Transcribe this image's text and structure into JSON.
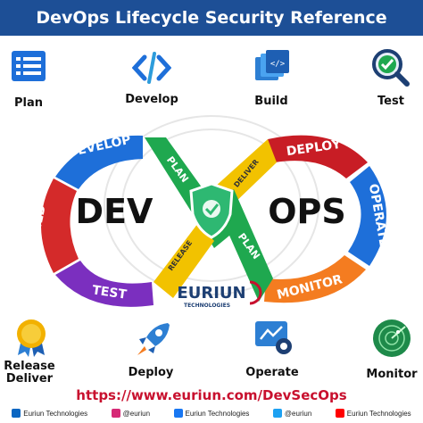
{
  "title": "DevOps Lifecycle Security Reference",
  "top_items": [
    {
      "label": "Plan",
      "icon": "plan-list-icon"
    },
    {
      "label": "Develop",
      "icon": "code-brackets-icon"
    },
    {
      "label": "Build",
      "icon": "build-stack-icon"
    },
    {
      "label": "Test",
      "icon": "test-magnifier-check-icon"
    }
  ],
  "bottom_items": [
    {
      "label_line1": "Release",
      "label_line2": "Deliver",
      "icon": "release-medal-icon"
    },
    {
      "label": "Deploy",
      "icon": "deploy-rocket-icon"
    },
    {
      "label": "Operate",
      "icon": "operate-gear-icon"
    },
    {
      "label": "Monitor",
      "icon": "monitor-radar-icon"
    }
  ],
  "loop": {
    "left_word": "DEV",
    "right_word": "OPS",
    "segments": {
      "develop": "DEVELOP",
      "build": "BUILD",
      "test": "TEST",
      "plan_upper": "PLAN",
      "release": "RELEASE",
      "deliver": "DELIVER",
      "plan_lower": "PLAN",
      "deploy": "DEPLOY",
      "operate": "OPERATE",
      "monitor": "MONITOR"
    },
    "colors": {
      "develop": "#1e6fd9",
      "build": "#d42a2a",
      "test": "#7b2fbf",
      "plan_upper": "#1fa84f",
      "release": "#f2c200",
      "deliver": "#f2c200",
      "plan_lower": "#1fa84f",
      "deploy": "#c81d25",
      "operate": "#1e6fd9",
      "monitor": "#f47c20",
      "shield": "#2eb872"
    }
  },
  "brand": {
    "name": "EURIUN",
    "sub": "TECHNOLOGIES"
  },
  "url": "https://www.euriun.com/DevSecOps",
  "footer": [
    {
      "icon": "linkedin-icon",
      "text": "Euriun Technologies",
      "color": "#0a66c2"
    },
    {
      "icon": "instagram-icon",
      "text": "@euriun",
      "color": "#d62976"
    },
    {
      "icon": "facebook-icon",
      "text": "Euriun Technologies",
      "color": "#1877f2"
    },
    {
      "icon": "twitter-icon",
      "text": "@euriun",
      "color": "#1da1f2"
    },
    {
      "icon": "youtube-icon",
      "text": "Euriun Technologies",
      "color": "#ff0000"
    }
  ]
}
